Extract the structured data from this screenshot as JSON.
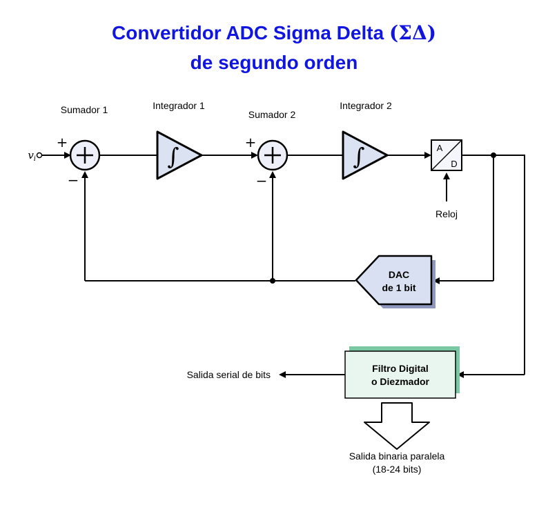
{
  "title": {
    "part1": "Convertidor ADC Sigma Delta ",
    "part2": "(ΣΔ)",
    "line2": "de segundo orden"
  },
  "labels": {
    "input_v": "v",
    "input_sub": "i",
    "sumador1": "Sumador 1",
    "integrador1": "Integrador 1",
    "sumador2": "Sumador 2",
    "integrador2": "Integrador 2",
    "plus": "+",
    "minus": "−",
    "integral": "∫",
    "ad_a": "A",
    "ad_d": "D",
    "reloj": "Reloj",
    "dac_line1": "DAC",
    "dac_line2": "de 1 bit",
    "filtro_line1": "Filtro Digital",
    "filtro_line2": "o Diezmador",
    "salida_serial": "Salida serial de bits",
    "salida_paralela1": "Salida binaria paralela",
    "salida_paralela2": "(18-24 bits)"
  },
  "colors": {
    "title_blue": "#1016e0",
    "wire": "#000000",
    "integrator_fill": "#dbe2f2",
    "sum_fill": "#edf0f8",
    "ad_fill": "#f4f6fb",
    "dac_fill": "#d9e0f1",
    "dac_shadow": "#8f98bc",
    "filter_fill": "#e9f6ef",
    "filter_shadow": "#79c7a3",
    "arrow_fill": "#ffffff"
  }
}
